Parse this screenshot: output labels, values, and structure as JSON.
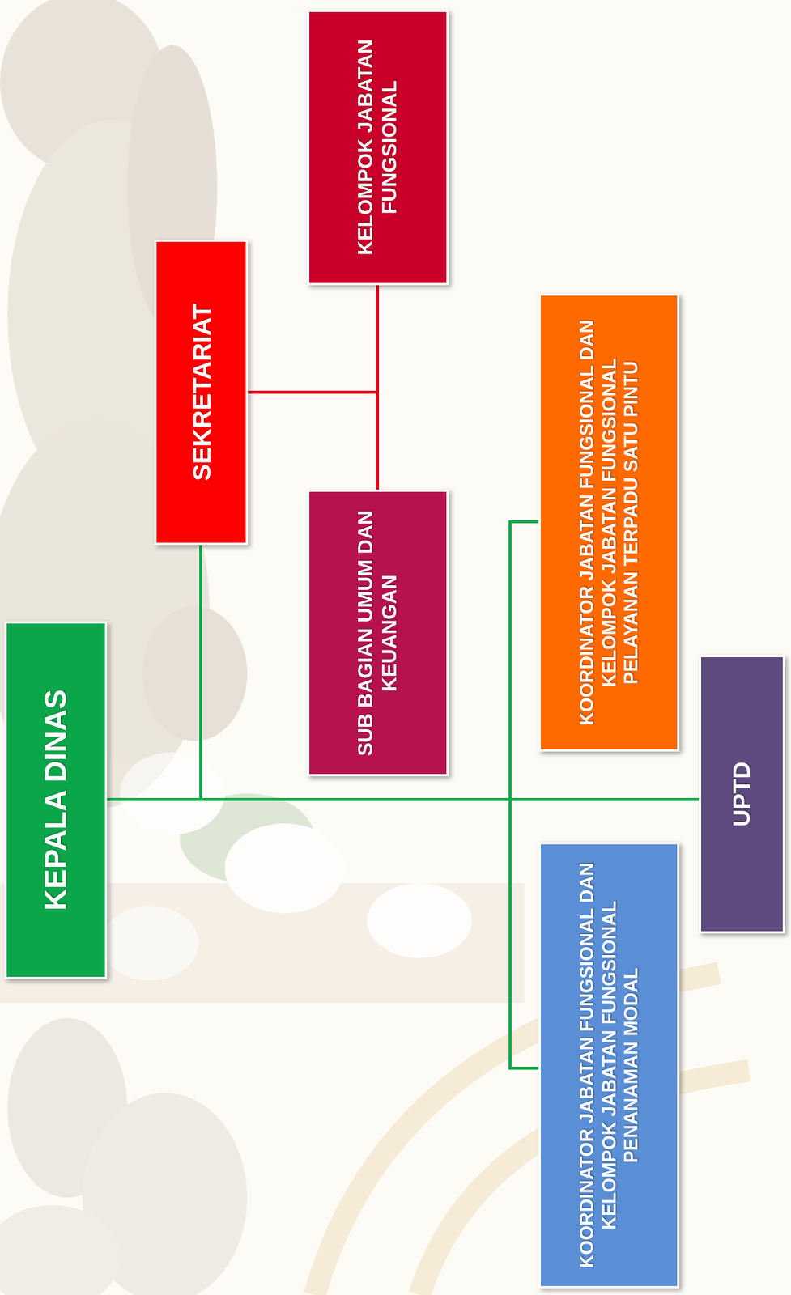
{
  "diagram": {
    "nodes": [
      {
        "text": [
          "KEPALA DINAS"
        ]
      },
      {
        "text": [
          "SEKRETARIAT"
        ]
      },
      {
        "text": [
          "SUB BAGIAN UMUM DAN KEUANGAN"
        ]
      },
      {
        "text": [
          "KELOMPOK JABATAN FUNGSIONAL"
        ]
      },
      {
        "text": [
          "KOORDINATOR JABATAN FUNGSIONAL DAN KELOMPOK JABATAN FUNGSIONAL PELAYANAN TERPADU SATU PINTU"
        ]
      },
      {
        "text": [
          "KOORDINATOR JABATAN FUNGSIONAL DAN KELOMPOK JABATAN FUNGSIONAL PENANAMAN MODAL"
        ]
      },
      {
        "text": [
          "UPTD"
        ]
      }
    ],
    "edges": [
      {
        "from": 0,
        "to": 1,
        "arrow": "none"
      },
      {
        "from": 1,
        "to": 2,
        "arrow": "none"
      },
      {
        "from": 1,
        "to": 3,
        "arrow": "none"
      },
      {
        "from": 0,
        "to": 4,
        "arrow": "none"
      },
      {
        "from": 0,
        "to": 5,
        "arrow": "none"
      },
      {
        "from": 0,
        "to": 6,
        "arrow": "none"
      }
    ]
  }
}
